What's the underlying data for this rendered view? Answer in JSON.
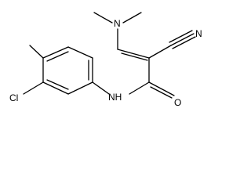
{
  "molecule": {
    "atoms": {
      "nitrogen_top": "N",
      "nitrogen_nitrile": "N",
      "chlorine": "Cl",
      "nh_group": "NH",
      "oxygen": "O"
    }
  }
}
